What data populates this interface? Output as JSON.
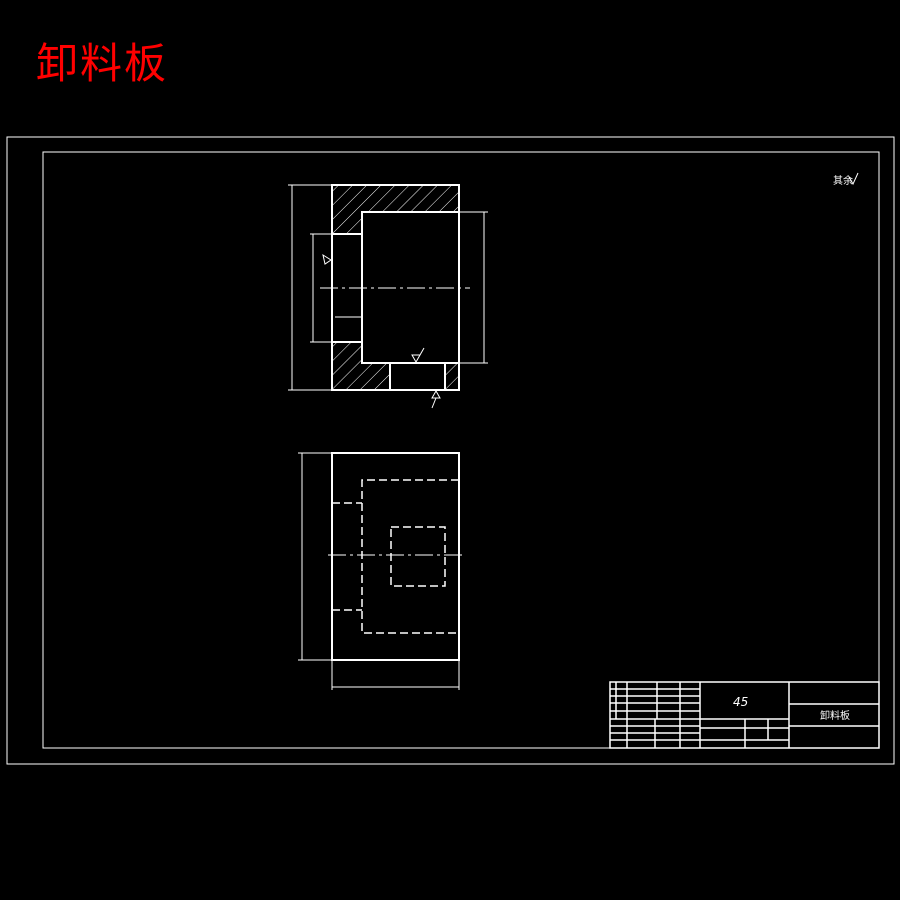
{
  "title": "卸料板",
  "title_color": "#ff0000",
  "line_color": "#ffffff",
  "background": "#000000",
  "roughness_note": "其余",
  "title_block": {
    "material": "45",
    "part_name": "卸料板"
  }
}
